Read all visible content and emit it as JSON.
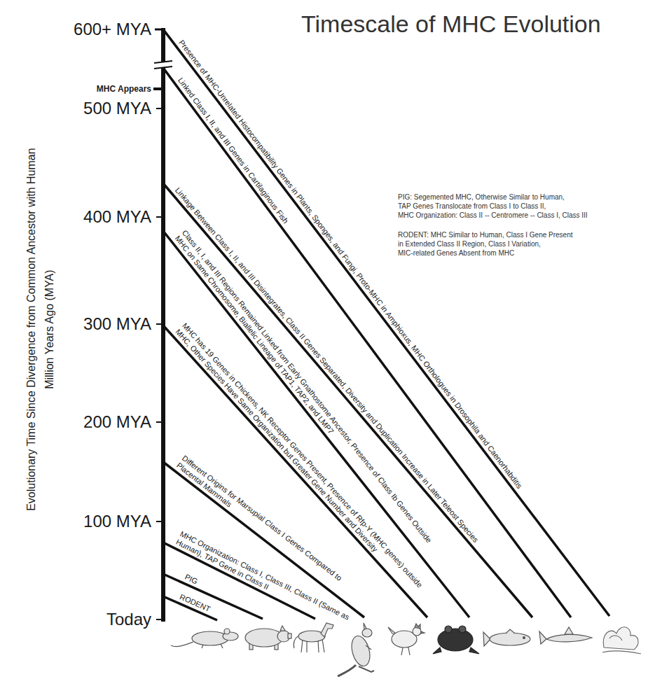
{
  "diagram": {
    "title": "Timescale of MHC Evolution",
    "labels": [
      "600+ MYA",
      "MHC Appears",
      "500 MYA",
      "400 MYA",
      "300 MYA",
      "200 MYA",
      "100 MYA",
      "Today",
      "Evolutionary Time Since Divergence from Common Ancestor with Human",
      "Million Years Ago (MYA)",
      "Presence of MHC-Unrelated Histocompatibility Genes in Plants, Sponges, and Fungi, Proto-MHC in Amphioxus, MHC Orthologues in Drosophila and Caenorhabditis",
      "Linked Class I, II, and III Genes in Cartilaginous Fish",
      "Linkage Between Class I, II, and III Disintegrates, Class II Genes Separated, Diversity and Duplication Increase in Later Teleost Species",
      "Class II, I, and III Regions Remained Linked from Early Gnathostome Ancestor, Presence of Class Ib Genes Outside MHC on Same Chromosome, Biallelic Lineage of TAP1, TAP2, and LMP7",
      "MHC has 19 Genes in Chickens, NK Receptor Genes Present, Presence of Rfp-Y (MHC genes) outside MHC, Other Species Have Same Organization but Greater Gene Number and Diversity",
      "Different Origins for Marsupial Class I Genes Compared to Placental Mammals",
      "MHC Organization: Class I, Class III, Class II (Same as Human), TAP Gene in Class II",
      "PIG",
      "RODENT",
      "PIG: Segemented MHC, Otherwise Similar to Human,",
      "TAP Genes Translocate from Class I to Class II,",
      "MHC Organization: Class II -- Centromere -- Class I, Class III",
      "RODENT: MHC Similar to Human, Class I Gene Present",
      "in Extended Class II Region, Class I Variation,",
      "MIC-related Genes Absent from MHC"
    ]
  }
}
